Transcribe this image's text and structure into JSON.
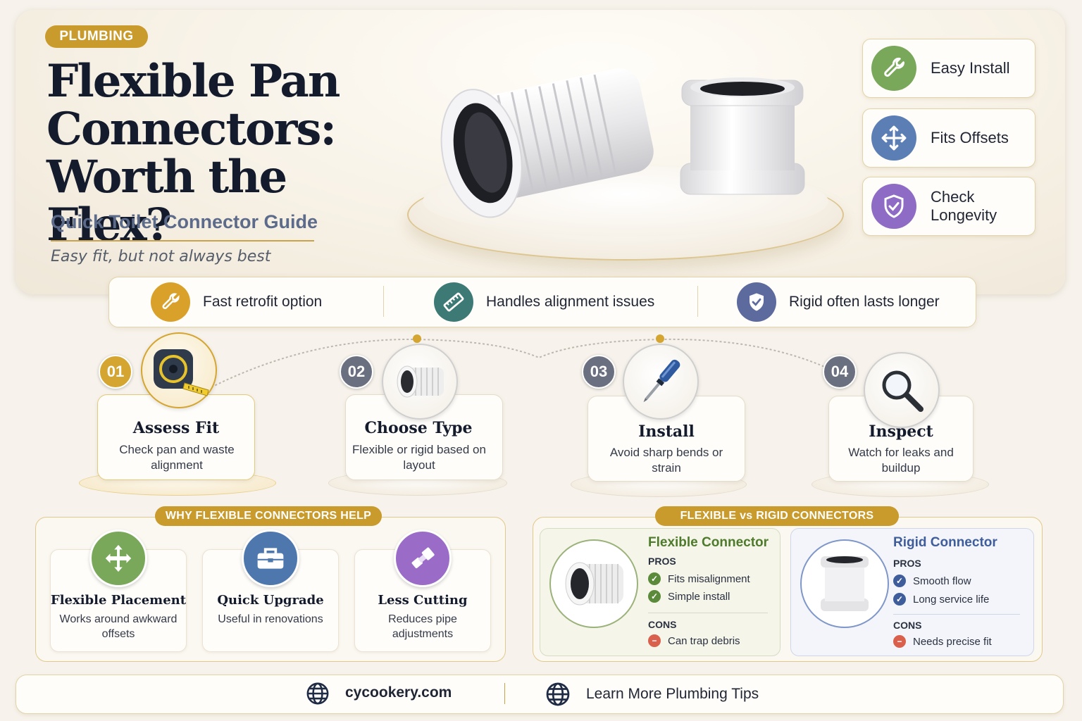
{
  "hero": {
    "tag": "PLUMBING",
    "title_lines": [
      "Flexible Pan",
      "Connectors:",
      "Worth the Flex?"
    ],
    "subtitle": "Quick Toilet Connector Guide",
    "tagline": "Easy fit, but not always best"
  },
  "features": [
    {
      "label": "Easy Install",
      "icon": "wrench-icon",
      "color": "#7aa85a"
    },
    {
      "label": "Fits Offsets",
      "icon": "move-arrows-icon",
      "color": "#5b7fb5"
    },
    {
      "label": "Check Longevity",
      "icon": "shield-check-icon",
      "color": "#8e6bc4"
    }
  ],
  "benefits": [
    {
      "label": "Fast retrofit option",
      "icon": "wrench-icon",
      "color": "#d9a02a"
    },
    {
      "label": "Handles alignment issues",
      "icon": "ruler-icon",
      "color": "#3d7a76"
    },
    {
      "label": "Rigid often lasts longer",
      "icon": "shield-check-icon",
      "color": "#5d6a9e"
    }
  ],
  "steps": [
    {
      "num": "01",
      "title": "Assess Fit",
      "desc": "Check pan and waste alignment",
      "icon": "tape-measure-icon"
    },
    {
      "num": "02",
      "title": "Choose Type",
      "desc": "Flexible or rigid based on layout",
      "icon": "connector-icon"
    },
    {
      "num": "03",
      "title": "Install",
      "desc": "Avoid sharp bends or strain",
      "icon": "screwdriver-icon"
    },
    {
      "num": "04",
      "title": "Inspect",
      "desc": "Watch for leaks and buildup",
      "icon": "magnifier-icon"
    }
  ],
  "why": {
    "heading": "WHY FLEXIBLE CONNECTORS HELP",
    "cards": [
      {
        "title": "Flexible Placement",
        "desc": "Works around awkward offsets",
        "icon": "move-arrows-icon",
        "color": "#7aa85a"
      },
      {
        "title": "Quick Upgrade",
        "desc": "Useful in renovations",
        "icon": "toolbox-icon",
        "color": "#4e78ad"
      },
      {
        "title": "Less Cutting",
        "desc": "Reduces pipe adjustments",
        "icon": "pipe-icon",
        "color": "#9a6cc8"
      }
    ]
  },
  "compare": {
    "heading": "FLEXIBLE vs RIGID CONNECTORS",
    "pros_label": "PROS",
    "cons_label": "CONS",
    "flexible": {
      "name": "Flexible Connector",
      "color": "#4e7a2c",
      "pros": [
        "Fits misalignment",
        "Simple install"
      ],
      "cons": [
        "Can trap debris"
      ]
    },
    "rigid": {
      "name": "Rigid Connector",
      "color": "#3f5d9a",
      "pros": [
        "Smooth flow",
        "Long service life"
      ],
      "cons": [
        "Needs precise fit"
      ]
    }
  },
  "footer": {
    "site": "cycookery.com",
    "cta": "Learn More Plumbing Tips"
  }
}
